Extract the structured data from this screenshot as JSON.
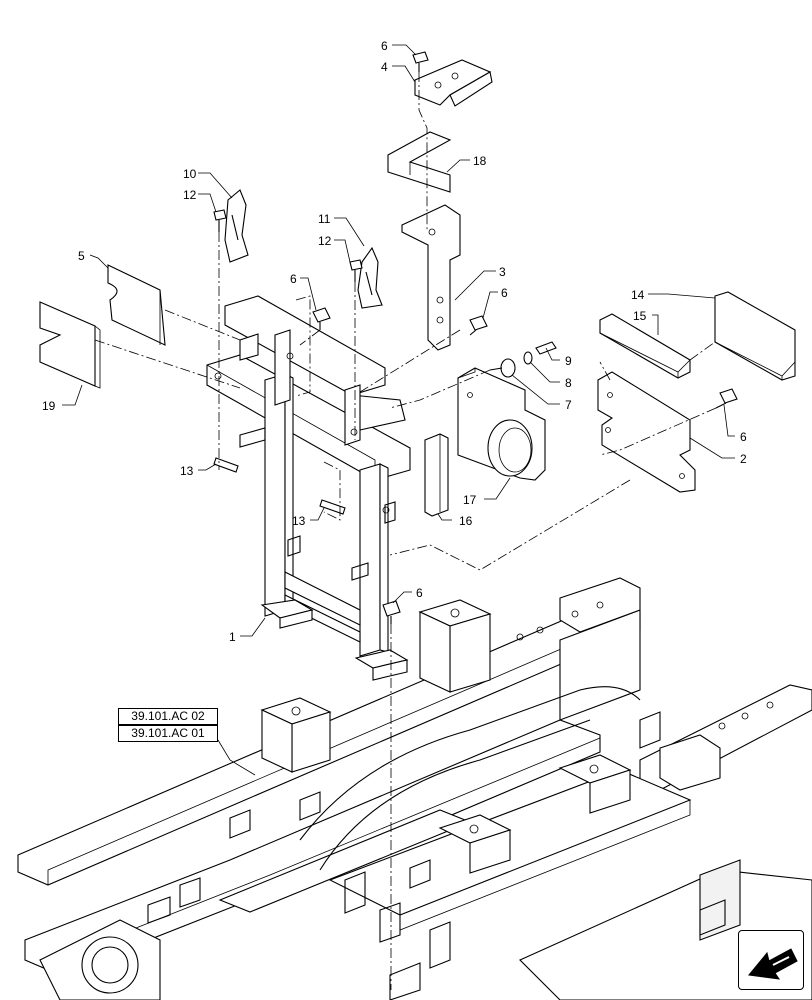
{
  "diagram": {
    "callouts": [
      "6",
      "4",
      "18",
      "10",
      "12",
      "11",
      "12",
      "3",
      "6",
      "5",
      "6",
      "19",
      "14",
      "15",
      "9",
      "8",
      "7",
      "6",
      "2",
      "13",
      "17",
      "13",
      "16",
      "6",
      "1"
    ],
    "reference_links": [
      "39.101.AC 02",
      "39.101.AC 01"
    ],
    "navigation": {
      "icon": "arrow-icon"
    }
  }
}
